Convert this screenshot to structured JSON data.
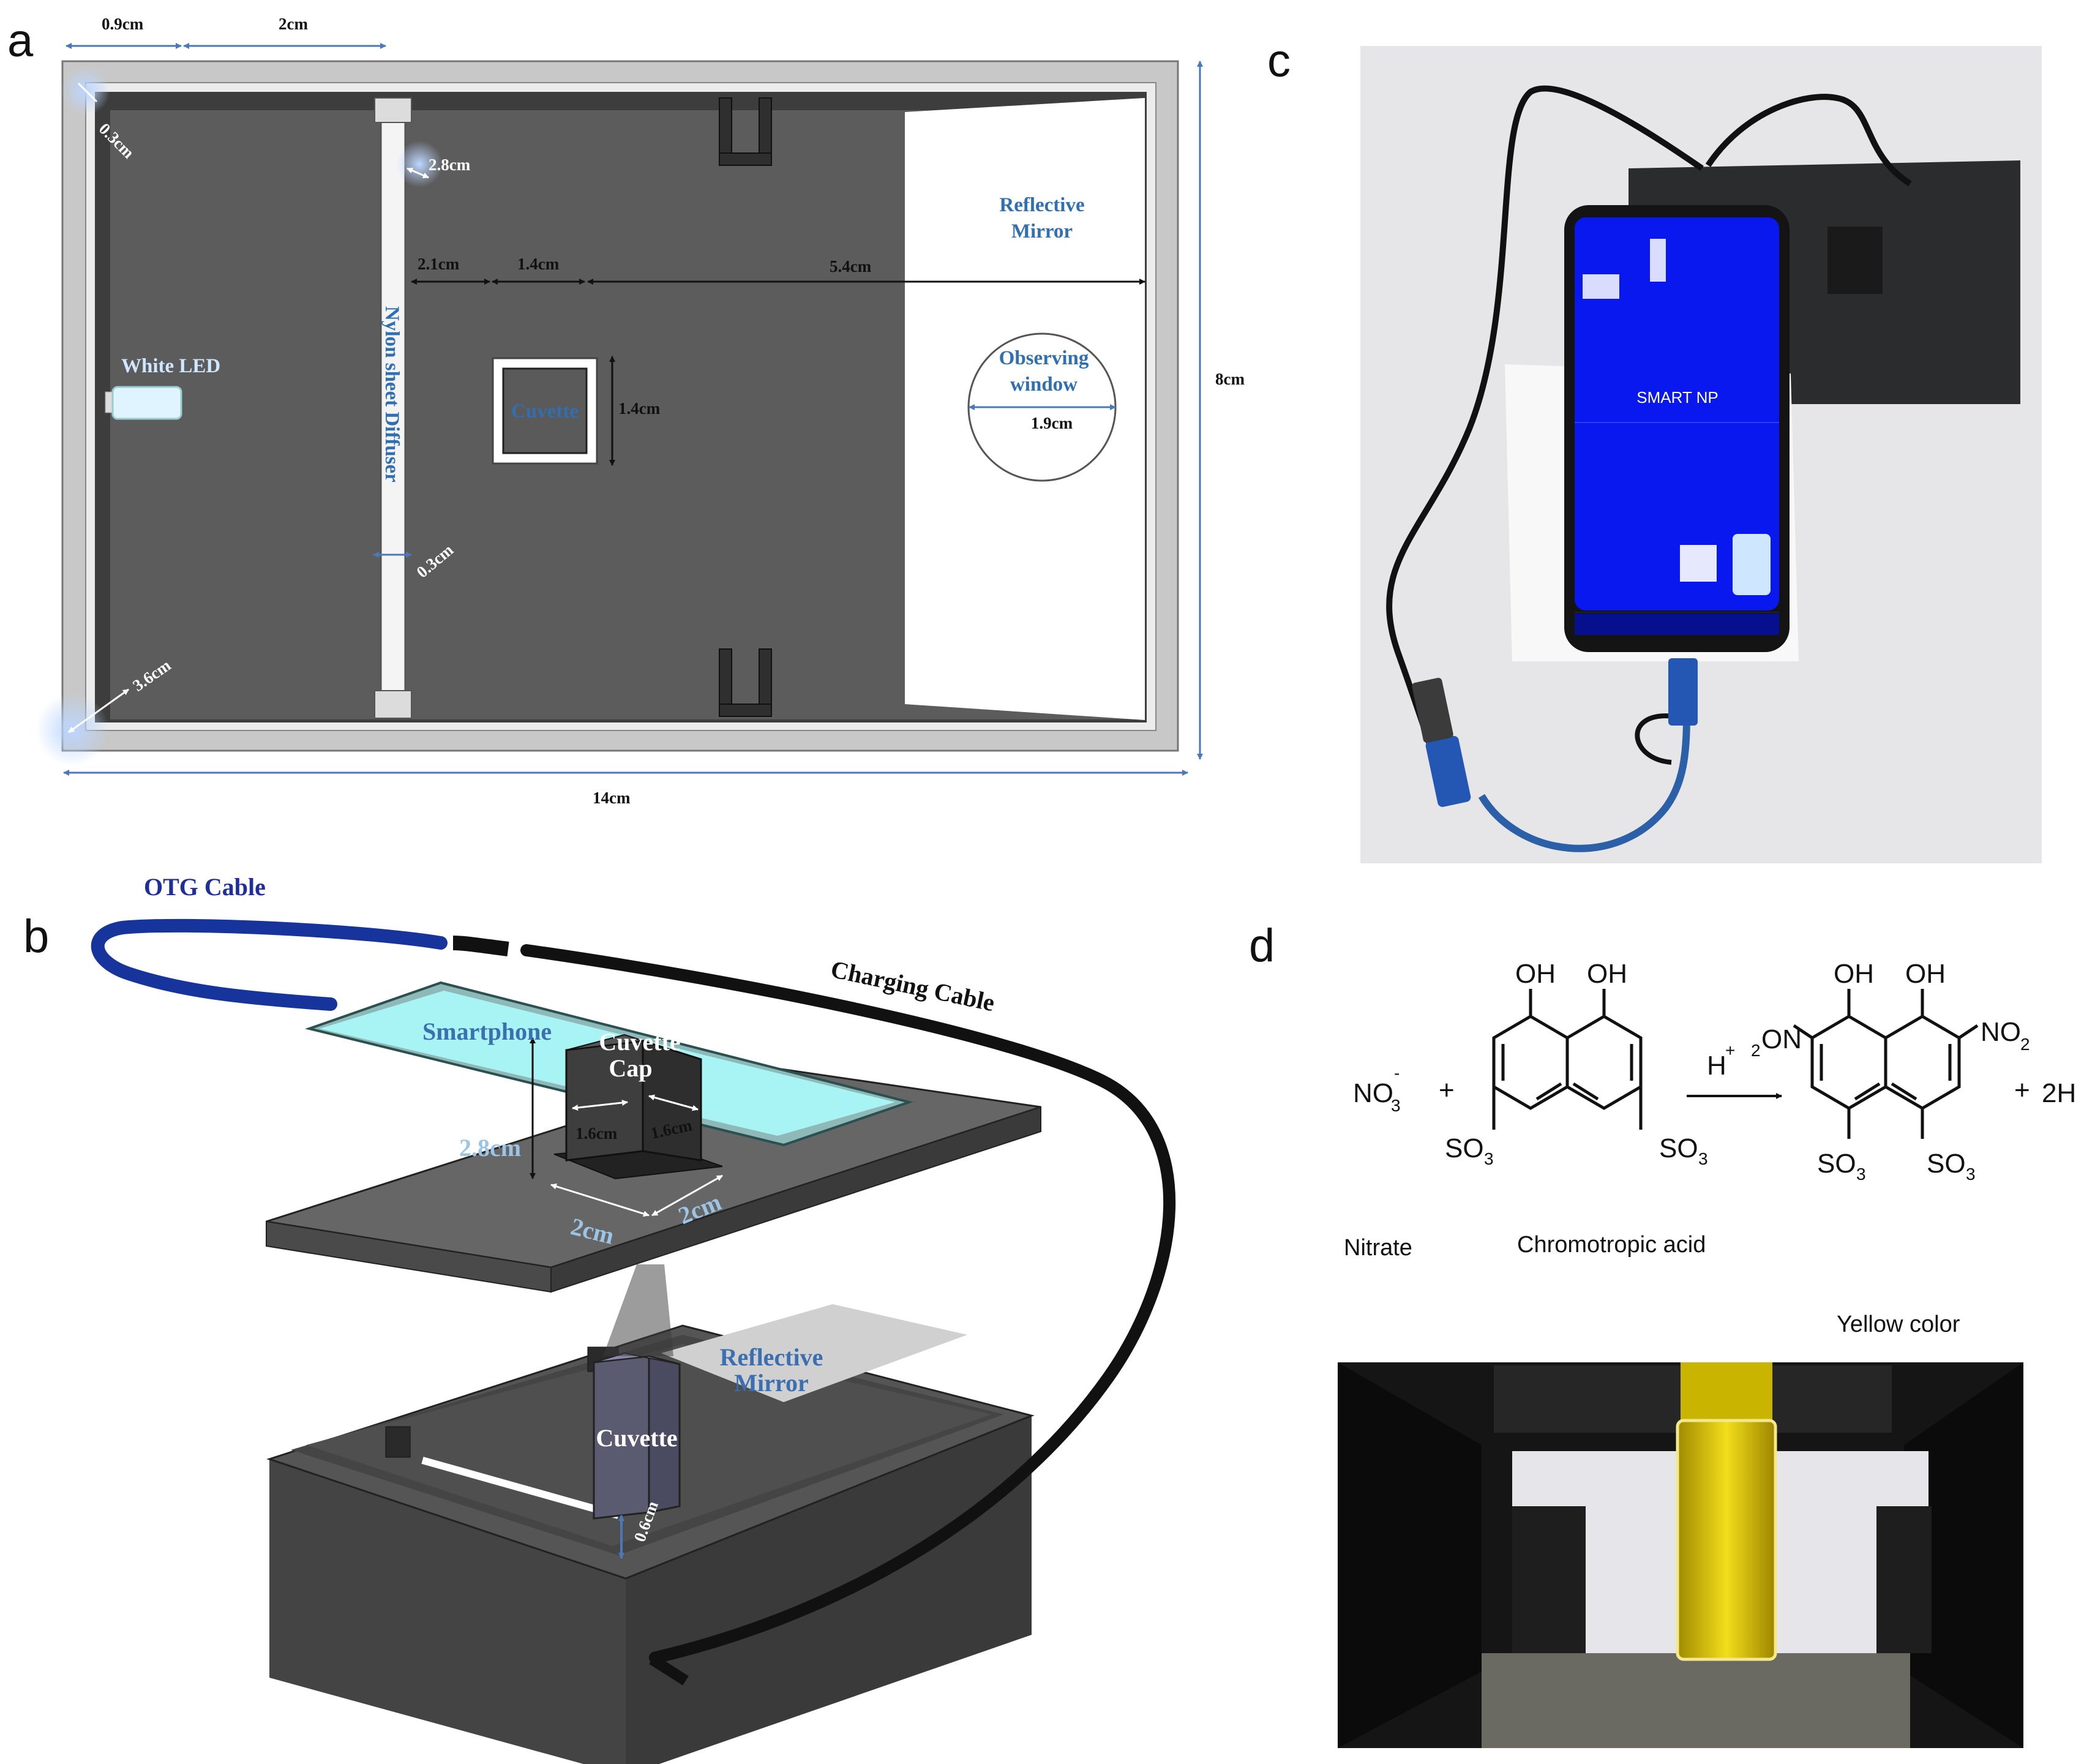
{
  "panels": {
    "a": "a",
    "b": "b",
    "c": "c",
    "d": "d"
  },
  "panel_a": {
    "top_dims": [
      "0.9cm",
      "2cm"
    ],
    "corner_top_left": "0.3cm",
    "diffuser_gap": "2.8cm",
    "spacing": [
      "2.1cm",
      "1.4cm",
      "5.4cm"
    ],
    "mirror_label": [
      "Reflective",
      "Mirror"
    ],
    "led_label": "White LED",
    "diffuser_label": "Nylon sheet Diffuser",
    "cuvette_label": "Cuvette",
    "cuvette_size": "1.4cm",
    "window_label": [
      "Observing",
      "window"
    ],
    "window_dia": "1.9cm",
    "height": "8cm",
    "diffuser_thickness": "0.3cm",
    "corner_bottom_left": "3.6cm",
    "width": "14cm"
  },
  "panel_b": {
    "otg": "OTG Cable",
    "charging": "Charging Cable",
    "smartphone": "Smartphone",
    "cap": [
      "Cuvette",
      "Cap"
    ],
    "cap_w1": "1.6cm",
    "cap_w2": "1.6cm",
    "cap_h": "2.8cm",
    "base1": "2cm",
    "base2": "2cm",
    "mirror": [
      "Reflective",
      "Mirror"
    ],
    "cuvette": "Cuvette",
    "wall": "0.6cm"
  },
  "panel_c": {
    "app_title": "SMART NP"
  },
  "panel_d": {
    "nitrate_formula": "NO",
    "nitrate_sub": "3",
    "nitrate_sup": "-",
    "plus": "+",
    "oh": "OH",
    "so3": "SO",
    "sub3": "3",
    "h_plus": "H",
    "sup_plus": "+",
    "no2_left": "ON",
    "no2_left_pre": "2",
    "no2_right": "NO",
    "sub2": "2",
    "product_2h": "2H",
    "cap_nitrate": "Nitrate",
    "cap_chromotropic": "Chromotropic acid",
    "cap_yellow": "Yellow color"
  }
}
